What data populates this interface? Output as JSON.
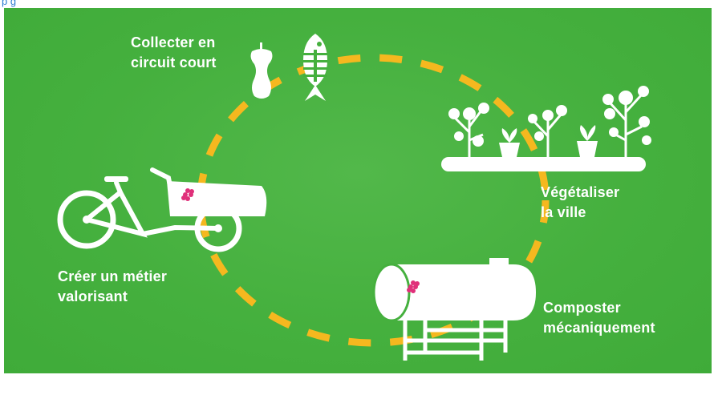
{
  "header": {
    "partial_text": "p    g"
  },
  "labels": {
    "collect": "Collecter en\ncircuit court",
    "vegetalize": "Végétaliser\nla ville",
    "compost": "Composter\nmécaniquement",
    "job": "Créer un métier\nvalorisant"
  },
  "colors": {
    "background": "#45b03e",
    "dash": "#f5b81f",
    "flower": "#e0307a",
    "icon": "#ffffff"
  },
  "icons": [
    "apple-core-icon",
    "fish-bone-icon",
    "plants-icon",
    "composter-icon",
    "cargo-bike-icon"
  ]
}
